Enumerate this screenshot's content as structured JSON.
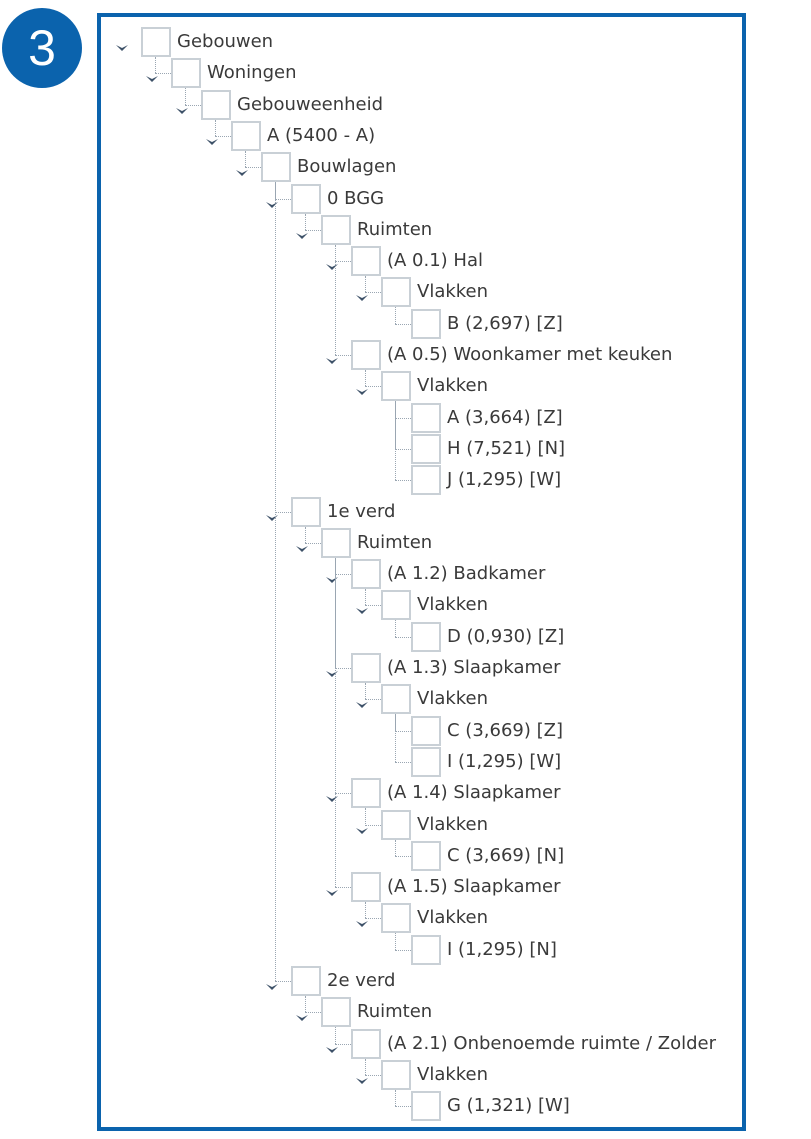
{
  "step_badge": "3",
  "colors": {
    "accent": "#0b63ad",
    "chevron": "#3d5168",
    "checkbox_border": "#c9d0d6"
  },
  "tree": [
    {
      "level": 0,
      "label": "Gebouwen"
    },
    {
      "level": 1,
      "label": "Woningen"
    },
    {
      "level": 2,
      "label": "Gebouweenheid"
    },
    {
      "level": 3,
      "label": "A (5400 - A)"
    },
    {
      "level": 4,
      "label": "Bouwlagen"
    },
    {
      "level": 5,
      "label": "0 BGG"
    },
    {
      "level": 6,
      "label": "Ruimten"
    },
    {
      "level": 7,
      "label": "(A 0.1) Hal"
    },
    {
      "level": 8,
      "label": "Vlakken"
    },
    {
      "level": 9,
      "label": "B (2,697) [Z]"
    },
    {
      "level": 7,
      "label": "(A 0.5) Woonkamer met keuken"
    },
    {
      "level": 8,
      "label": "Vlakken"
    },
    {
      "level": 9,
      "label": "A (3,664) [Z]"
    },
    {
      "level": 9,
      "label": "H (7,521) [N]"
    },
    {
      "level": 9,
      "label": "J (1,295) [W]"
    },
    {
      "level": 5,
      "label": "1e verd"
    },
    {
      "level": 6,
      "label": "Ruimten"
    },
    {
      "level": 7,
      "label": "(A 1.2) Badkamer"
    },
    {
      "level": 8,
      "label": "Vlakken"
    },
    {
      "level": 9,
      "label": "D (0,930) [Z]"
    },
    {
      "level": 7,
      "label": "(A 1.3) Slaapkamer"
    },
    {
      "level": 8,
      "label": "Vlakken"
    },
    {
      "level": 9,
      "label": "C (3,669) [Z]"
    },
    {
      "level": 9,
      "label": "I (1,295) [W]"
    },
    {
      "level": 7,
      "label": "(A 1.4) Slaapkamer"
    },
    {
      "level": 8,
      "label": "Vlakken"
    },
    {
      "level": 9,
      "label": "C (3,669) [N]"
    },
    {
      "level": 7,
      "label": "(A 1.5) Slaapkamer"
    },
    {
      "level": 8,
      "label": "Vlakken"
    },
    {
      "level": 9,
      "label": "I (1,295) [N]"
    },
    {
      "level": 5,
      "label": "2e verd"
    },
    {
      "level": 6,
      "label": "Ruimten"
    },
    {
      "level": 7,
      "label": "(A 2.1) Onbenoemde ruimte / Zolder"
    },
    {
      "level": 8,
      "label": "Vlakken"
    },
    {
      "level": 9,
      "label": "G (1,321) [W]"
    }
  ]
}
